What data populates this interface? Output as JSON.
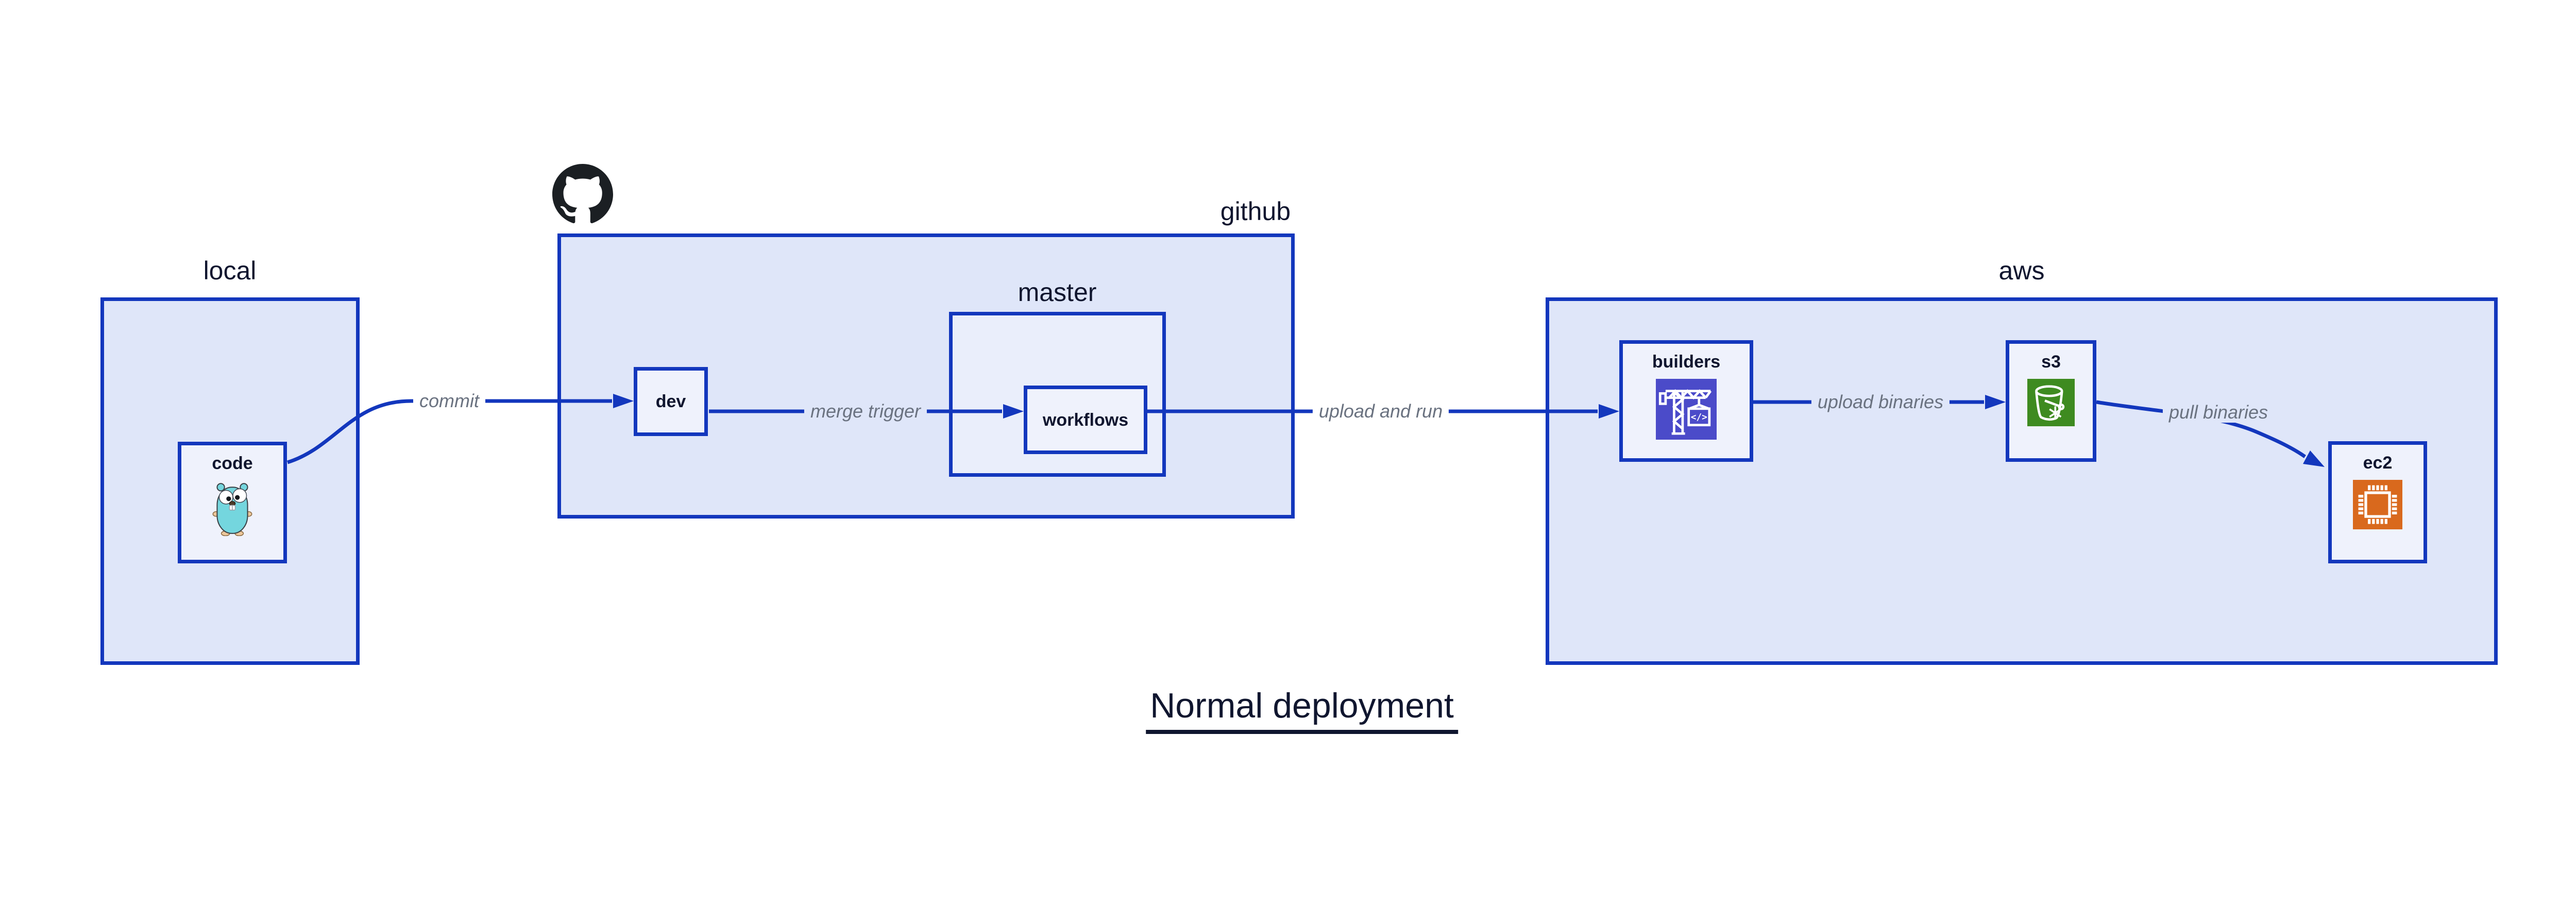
{
  "title": "Normal deployment",
  "colors": {
    "bg": "#ffffff",
    "line": "#1337bd",
    "container_fill": "#dfe6f9",
    "master_fill": "#eaeefb",
    "node_fill": "#eff2fc",
    "label": "#10162f",
    "edge_label": "#6a7280",
    "codebuild": "#4b4bc9",
    "s3_green": "#3e8b20",
    "ec2_orange": "#d9691d",
    "gopher_body": "#74d6de",
    "github_logo": "#1b1f23"
  },
  "containers": {
    "local": {
      "label": "local"
    },
    "github": {
      "label": "github"
    },
    "master": {
      "label": "master"
    },
    "aws": {
      "label": "aws"
    }
  },
  "nodes": {
    "code": {
      "label": "code",
      "icon": "go-gopher-icon"
    },
    "dev": {
      "label": "dev"
    },
    "workflows": {
      "label": "workflows"
    },
    "builders": {
      "label": "builders",
      "icon": "codebuild-crane-icon",
      "icon_code_glyph": "</>"
    },
    "s3": {
      "label": "s3",
      "icon": "s3-glacier-bucket-icon"
    },
    "ec2": {
      "label": "ec2",
      "icon": "ec2-chip-icon"
    }
  },
  "edges": {
    "commit": {
      "label": "commit",
      "from": "code",
      "to": "dev"
    },
    "merge_trigger": {
      "label": "merge trigger",
      "from": "dev",
      "to": "workflows"
    },
    "upload_and_run": {
      "label": "upload and run",
      "from": "workflows",
      "to": "builders"
    },
    "upload_binaries": {
      "label": "upload binaries",
      "from": "builders",
      "to": "s3"
    },
    "pull_binaries": {
      "label": "pull binaries",
      "from": "s3",
      "to": "ec2"
    }
  }
}
